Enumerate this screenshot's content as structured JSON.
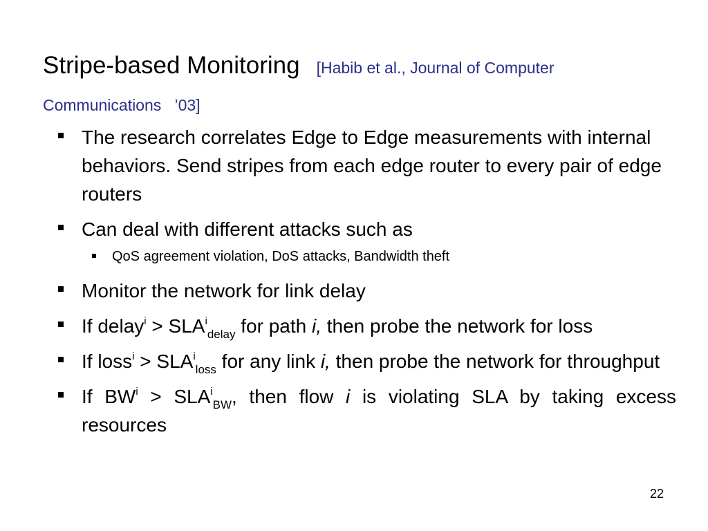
{
  "slide": {
    "title": "Stripe-based Monitoring",
    "citation_line1": "[Habib et al., Journal of Computer",
    "citation_line2": "Communications   ’03]",
    "page_number": "22",
    "colors": {
      "citation": "#2b2e8a",
      "text": "#000000",
      "background": "#ffffff"
    }
  },
  "bullets": {
    "b1": "The research correlates Edge to Edge measurements with internal behaviors. Send stripes from each edge router to every pair of edge routers",
    "b2": "Can deal with different attacks such as",
    "b2_sub1": "QoS agreement violation, DoS attacks, Bandwidth theft",
    "b3": "Monitor the network for link  delay",
    "b4": {
      "t1": "If delay",
      "sup1": "i",
      "t2": " > SLA",
      "sup2": "i",
      "sub2": "delay",
      "t3": " for path ",
      "italic": "i,",
      "t4": "  then probe the network for loss"
    },
    "b5": {
      "t1": "If loss",
      "sup1": "i",
      "t2": " > SLA",
      "sup2": "i",
      "sub2": "loss",
      "t3": " for any link ",
      "italic": "i,",
      "t4": " then probe the network for throughput"
    },
    "b6": {
      "t1": "If BW",
      "sup1": "i",
      "t2": " > SLA",
      "sup2": "i",
      "sub2": "BW",
      "t3": ", then flow ",
      "italic": "i",
      "t4": " is violating SLA by taking excess resources"
    }
  }
}
